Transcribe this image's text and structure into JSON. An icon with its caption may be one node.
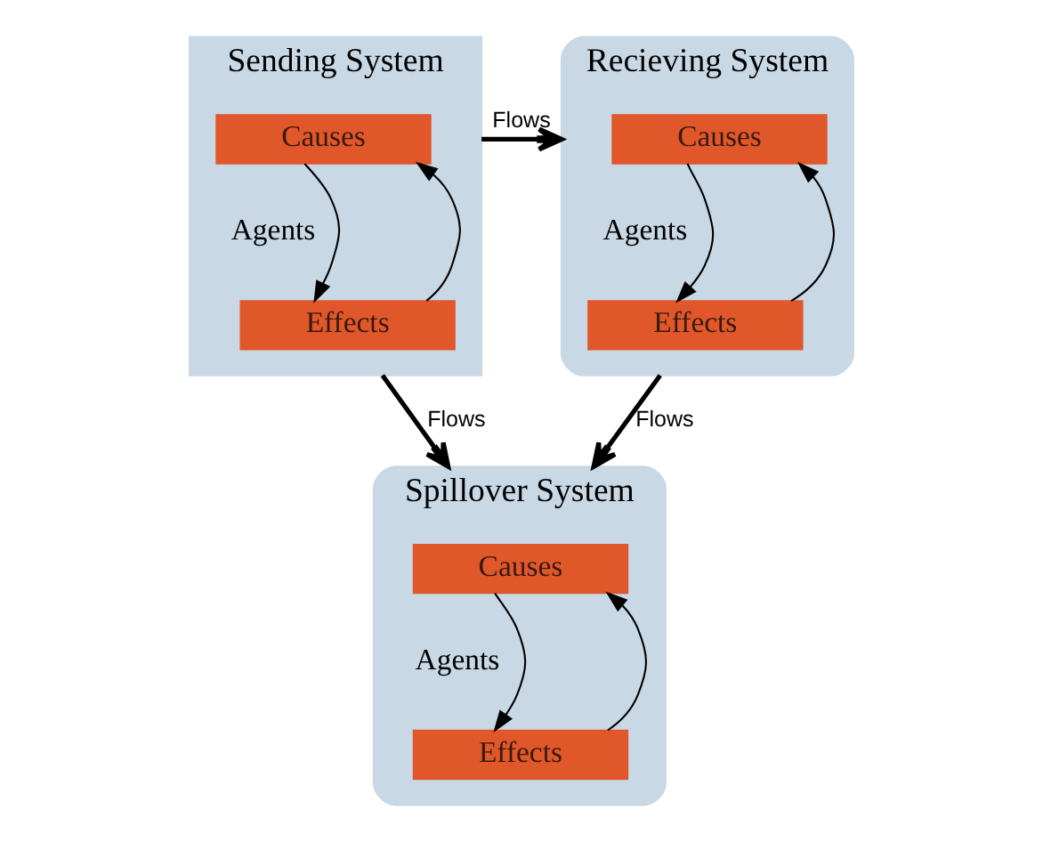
{
  "diagram": {
    "nodes": [
      {
        "text": [
          "Sending System"
        ]
      },
      {
        "text": [
          "Causes"
        ],
        "in": 0
      },
      {
        "text": [
          "Agents"
        ],
        "in": 0
      },
      {
        "text": [
          "Effects"
        ],
        "in": 0
      },
      {
        "text": [
          "Recieving System"
        ]
      },
      {
        "text": [
          "Causes"
        ],
        "in": 4
      },
      {
        "text": [
          "Agents"
        ],
        "in": 4
      },
      {
        "text": [
          "Effects"
        ],
        "in": 4
      },
      {
        "text": [
          "Spillover System"
        ]
      },
      {
        "text": [
          "Causes"
        ],
        "in": 8
      },
      {
        "text": [
          "Agents"
        ],
        "in": 8
      },
      {
        "text": [
          "Effects"
        ],
        "in": 8
      }
    ],
    "edges": [
      {
        "from": 3,
        "to": 1,
        "arrow": "to"
      },
      {
        "from": 1,
        "to": 3,
        "arrow": "to"
      },
      {
        "from": 7,
        "to": 5,
        "arrow": "to"
      },
      {
        "from": 5,
        "to": 7,
        "arrow": "to"
      },
      {
        "from": 11,
        "to": 9,
        "arrow": "to"
      },
      {
        "from": 9,
        "to": 11,
        "arrow": "to"
      },
      {
        "from": 0,
        "to": 4,
        "arrow": "to",
        "label": "Flows",
        "style": "thick"
      },
      {
        "from": 0,
        "to": 8,
        "arrow": "to",
        "label": "Flows",
        "style": "thick"
      },
      {
        "from": 4,
        "to": 8,
        "arrow": "to",
        "label": "Flows",
        "style": "thick"
      }
    ]
  }
}
